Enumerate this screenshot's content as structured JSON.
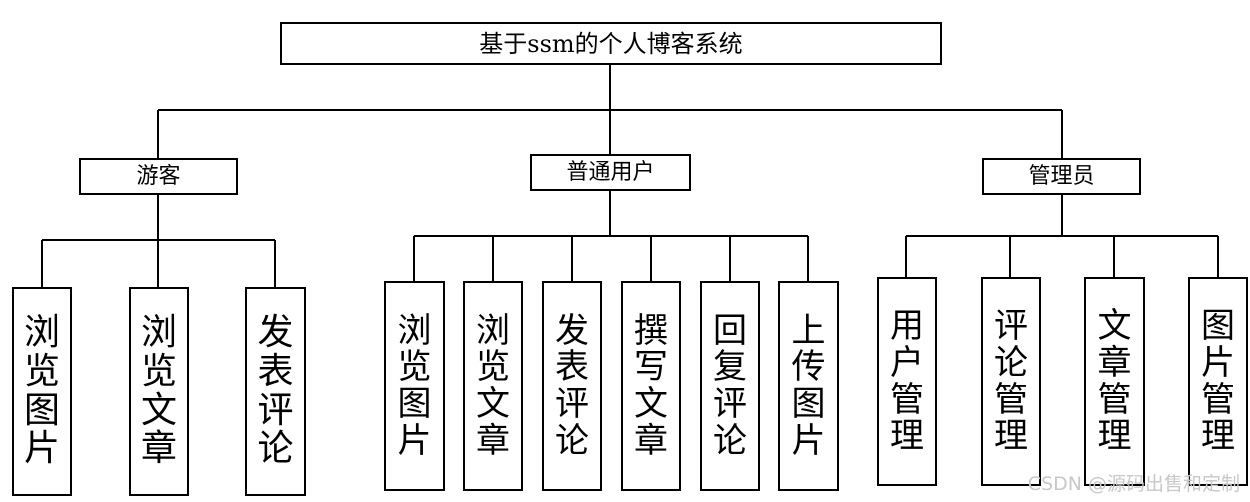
{
  "root": {
    "label": "基于ssm的个人博客系统"
  },
  "groups": [
    {
      "label": "游客",
      "children": [
        "浏览图片",
        "浏览文章",
        "发表评论"
      ]
    },
    {
      "label": "普通用户",
      "children": [
        "浏览图片",
        "浏览文章",
        "发表评论",
        "撰写文章",
        "回复评论",
        "上传图片"
      ]
    },
    {
      "label": "管理员",
      "children": [
        "用户管理",
        "评论管理",
        "文章管理",
        "图片管理"
      ]
    }
  ],
  "watermark": "CSDN @源码出售和定制",
  "colors": {
    "line": "#000000",
    "background": "#ffffff",
    "watermark": "#c8c8c8"
  }
}
